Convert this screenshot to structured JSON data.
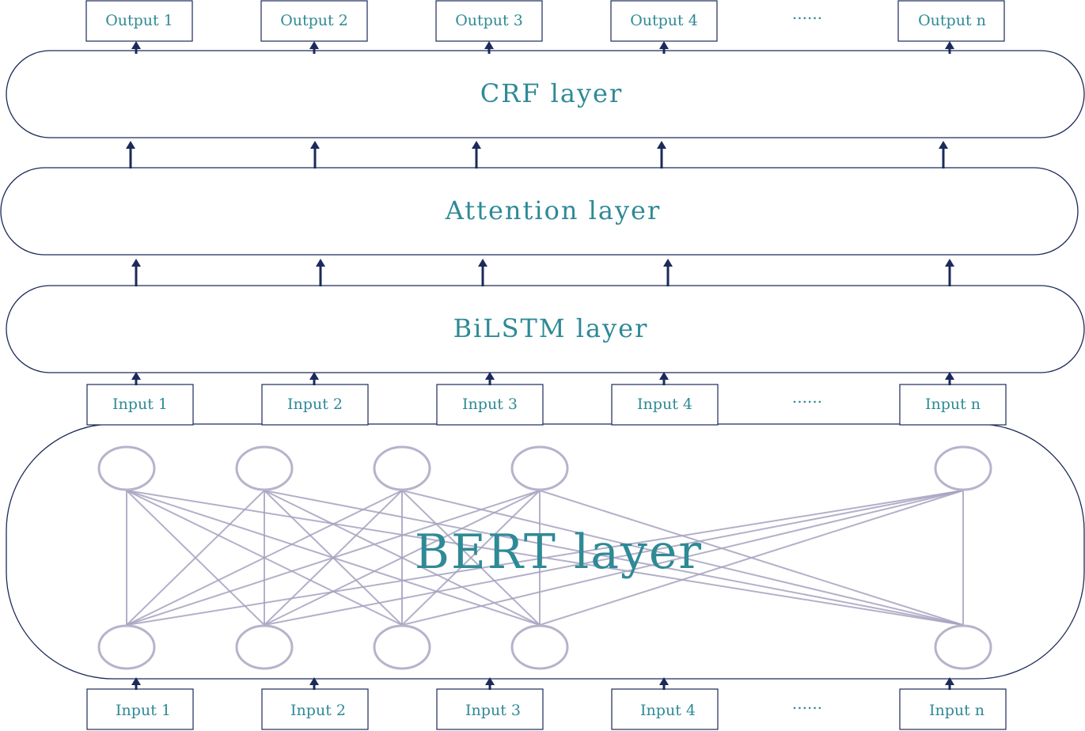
{
  "layers": {
    "crf": "CRF layer",
    "attention": "Attention layer",
    "bilstm": "BiLSTM layer",
    "bert": "BERT layer"
  },
  "outputs": [
    "Output 1",
    "Output 2",
    "Output 3",
    "Output 4",
    "Output n"
  ],
  "middle_inputs": [
    "Input 1",
    "Input 2",
    "Input 3",
    "Input 4",
    "Input n"
  ],
  "bottom_inputs": [
    "Input 1",
    "Input 2",
    "Input 3",
    "Input 4",
    "Input n"
  ],
  "ellipsis": "......",
  "colors": {
    "label": "#2e8a96",
    "outline": "#1c2a5a",
    "network": "#a6a3c0"
  }
}
